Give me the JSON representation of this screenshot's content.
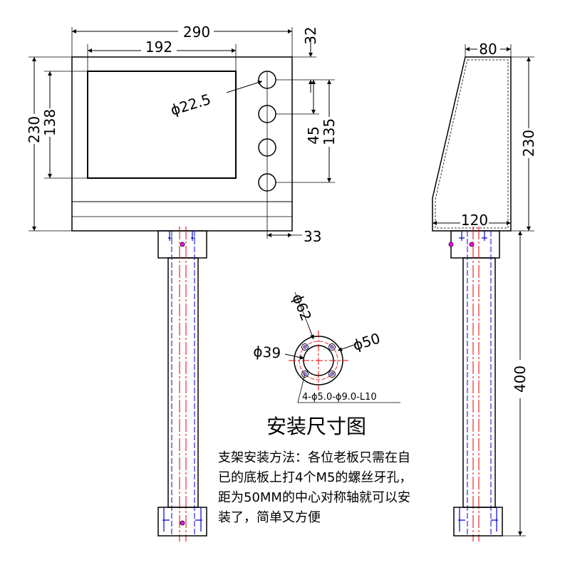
{
  "title": "安装尺寸图",
  "note_lines": [
    "支架安装方法：各位老板只需在自",
    "已的底板上打4个M5的螺丝牙孔，",
    "距为50MM的中心对称轴就可以安",
    "装了，简单又方便"
  ],
  "front_view": {
    "overall_width": "290",
    "screen_width": "192",
    "overall_height": "230",
    "screen_height": "138",
    "button_diameter": "ϕ22.5",
    "top_offset": "32",
    "button_pitch": "45",
    "button_span": "135",
    "bottom_offset": "33"
  },
  "side_view": {
    "top_depth": "80",
    "height": "230",
    "bottom_depth": "120",
    "pole_length": "400"
  },
  "flange": {
    "outer_diameter": "ϕ62",
    "bolt_circle": "ϕ50",
    "inner_diameter": "ϕ39",
    "holes": "4-ϕ5.0-ϕ9.0-L10"
  },
  "colors": {
    "line": "#000000",
    "centerline": "#e00000",
    "hidden": "#0000d0",
    "accent": "#ff00ff"
  }
}
